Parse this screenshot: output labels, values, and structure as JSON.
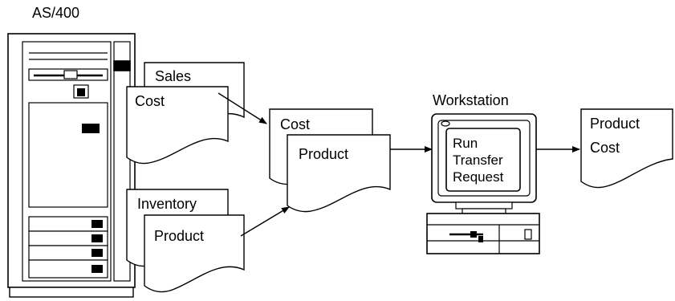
{
  "labels": {
    "server": "AS/400",
    "workstation": "Workstation"
  },
  "documents": {
    "sales": "Sales",
    "cost_left": "Cost",
    "inventory": "Inventory",
    "product_left": "Product",
    "cost_mid": "Cost",
    "product_mid": "Product",
    "output_line1": "Product",
    "output_line2": "Cost"
  },
  "screen": {
    "line1": "Run",
    "line2": "Transfer",
    "line3": "Request"
  }
}
